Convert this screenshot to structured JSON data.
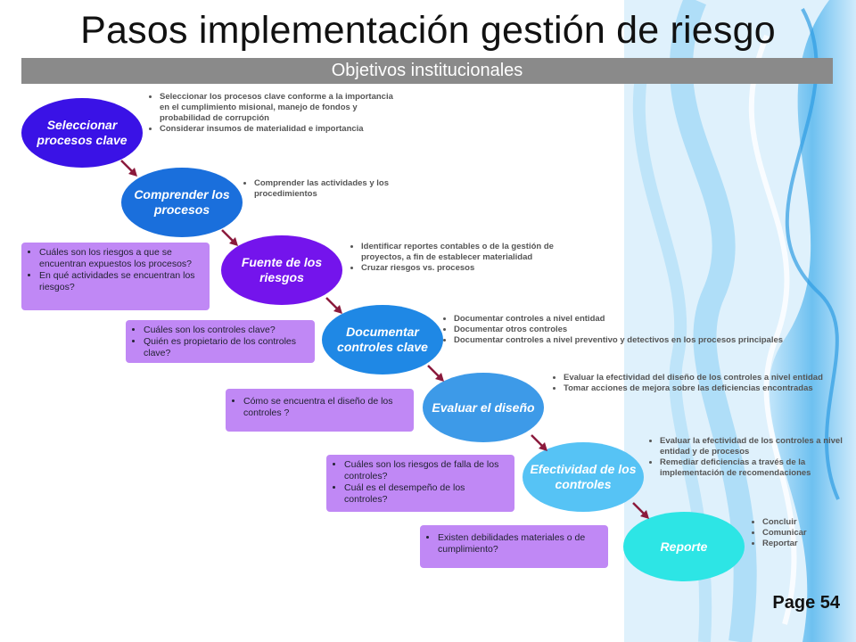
{
  "title": "Pasos implementación gestión de riesgo",
  "banner": "Objetivos institucionales",
  "steps": [
    "Seleccionar procesos clave",
    "Comprender los procesos",
    "Fuente de los riesgos",
    "Documentar controles clave",
    "Evaluar el diseño",
    "Efectividad de los controles",
    "Reporte"
  ],
  "notes": [
    [
      "Seleccionar los procesos clave conforme a la importancia en el cumplimiento misional, manejo de fondos y probabilidad de corrupción",
      "Considerar insumos de materialidad e importancia"
    ],
    [
      "Comprender las actividades y los procedimientos"
    ],
    [
      "Identificar reportes contables o de la gestión de proyectos, a fin de establecer materialidad",
      "Cruzar riesgos vs. procesos"
    ],
    [
      "Documentar controles a nivel entidad",
      "Documentar otros controles",
      "Documentar controles a nivel preventivo y detectivos en los procesos principales"
    ],
    [
      "Evaluar la efectividad del diseño de los controles a nivel entidad",
      "Tomar acciones de mejora sobre las deficiencias encontradas"
    ],
    [
      "Evaluar la efectividad de los controles a nivel entidad y de procesos",
      "Remediar deficiencias a través de la implementación de recomendaciones"
    ],
    [
      "Concluir",
      "Comunicar",
      "Reportar"
    ]
  ],
  "questions": [
    [
      "Cuáles son los riesgos a que se encuentran expuestos los procesos?",
      "En qué actividades se encuentran los riesgos?"
    ],
    [
      "Cuáles son los controles clave?",
      "Quién es propietario de los controles clave?"
    ],
    [
      "Cómo se encuentra el diseño de los controles ?"
    ],
    [
      "Cuáles son los riesgos de falla de los controles?",
      "Cuál es el desempeño de los controles?"
    ],
    [
      "Existen debilidades materiales o de cumplimiento?"
    ]
  ],
  "page": "Page 54",
  "colors": {
    "banner": "#8a8a8a",
    "question_box": "#c088f5",
    "arrow": "#8b1a3c",
    "step_colors": [
      "#3a12e6",
      "#1a6fdc",
      "#7414ec",
      "#1f88e5",
      "#3d9ae8",
      "#56c3f5",
      "#2de5e5"
    ]
  }
}
